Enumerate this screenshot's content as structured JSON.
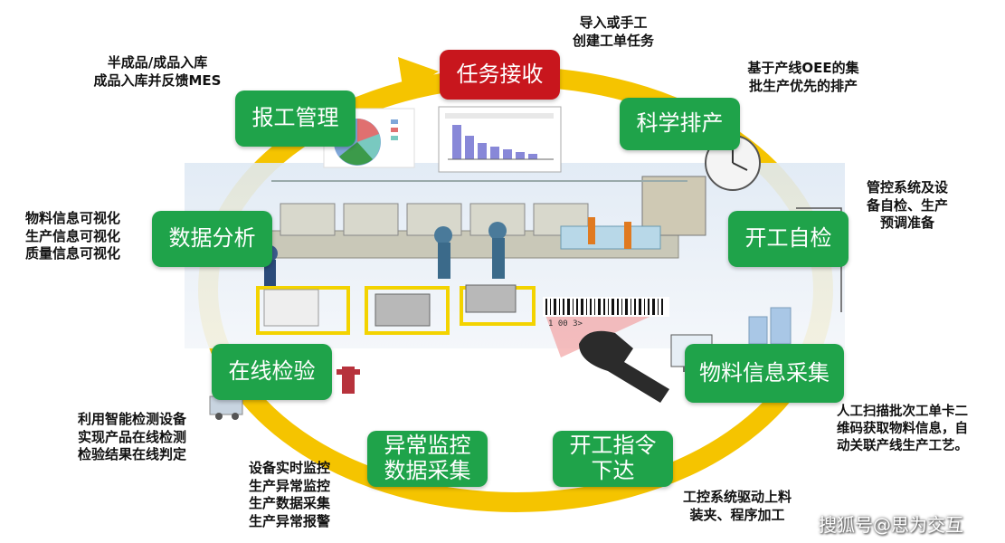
{
  "steps": {
    "task_receive": "任务接收",
    "scheduling": "科学排产",
    "self_check": "开工自检",
    "material_collect": "物料信息采集",
    "command_issue": "开工指令\n下达",
    "anomaly_monitor": "异常监控\n数据采集",
    "online_inspect": "在线检验",
    "data_analysis": "数据分析",
    "work_report": "报工管理"
  },
  "notes": {
    "task_receive": "导入或手工\n创建工单任务",
    "scheduling": "基于产线OEE的集\n批生产优先的排产",
    "self_check": "管控系统及设\n备自检、生产\n预调准备",
    "material_collect": "人工扫描批次工单卡二\n维码获取物料信息，自\n动关联产线生产工艺。",
    "command_issue": "工控系统驱动上料\n装夹、程序加工",
    "anomaly_monitor": "设备实时监控\n生产异常监控\n生产数据采集\n生产异常报警",
    "online_inspect": "利用智能检测设备\n实现产品在线检测\n检验结果在线判定",
    "data_analysis": "物料信息可视化\n生产信息可视化\n质量信息可视化",
    "work_report": "半成品/成品入库\n成品入库并反馈MES"
  },
  "barcode_text": "1 00 3>",
  "watermark": "搜狐号@思为交互",
  "colors": {
    "cycle": "#f5c400",
    "step": "#1fa34a",
    "active": "#c8161d"
  }
}
